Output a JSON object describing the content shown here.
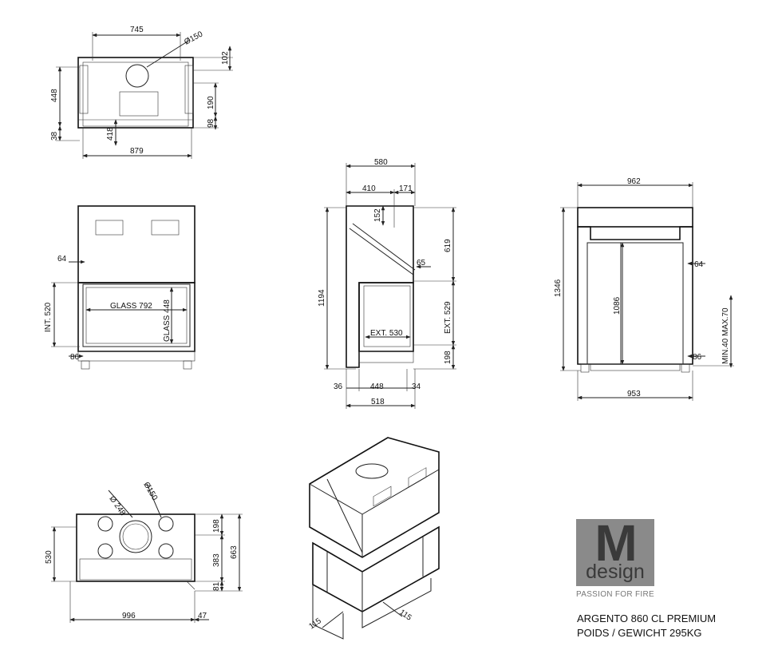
{
  "brand": {
    "logo_letter": "M",
    "logo_word": "design",
    "slogan": "PASSION FOR FIRE",
    "logo_color": "#8a8a8a"
  },
  "product": {
    "model": "ARGENTO 860 CL PREMIUM",
    "weight": "POIDS / GEWICHT 295KG"
  },
  "top_view": {
    "d745": "745",
    "d150": "Ø150",
    "d102": "102",
    "d448": "448",
    "d190": "190",
    "d98": "98",
    "d38": "38",
    "d418": "418",
    "d879": "879"
  },
  "front_view": {
    "d64": "64",
    "int520": "INT. 520",
    "glass792": "GLASS 792",
    "glass448": "GLASS 448",
    "d86": "86"
  },
  "side_view": {
    "d580": "580",
    "d410": "410",
    "d171": "171",
    "d152": "152",
    "d1194": "1194",
    "d619": "619",
    "d65": "65",
    "ext529": "EXT. 529",
    "ext530": "EXT. 530",
    "d198": "198",
    "d36": "36",
    "d448": "448",
    "d34": "34",
    "d518": "518"
  },
  "rear_view": {
    "d962": "962",
    "d1346": "1346",
    "d1086": "1086",
    "d64": "64",
    "min_max": "MIN.40 MAX.70",
    "d86": "86",
    "d953": "953"
  },
  "bottom_view": {
    "d248": "Ø 248",
    "d150": "Ø150",
    "d198": "198",
    "d383": "383",
    "d663": "663",
    "d530": "530",
    "d81": "81",
    "d996": "996",
    "d47": "47"
  },
  "iso_view": {
    "d115a": "115",
    "d115b": "115"
  }
}
